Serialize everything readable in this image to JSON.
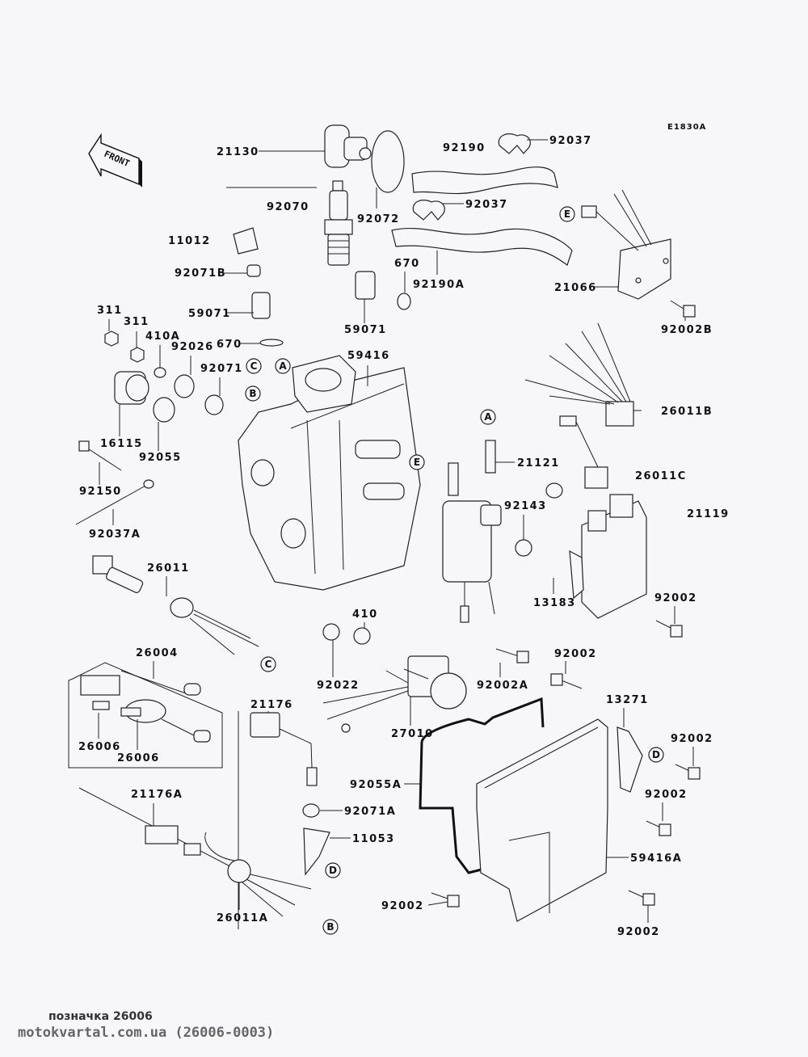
{
  "diagram": {
    "drawing_code": "E1830A",
    "front_indicator": "FRONT",
    "parts": [
      {
        "id": "21130",
        "label": "21130"
      },
      {
        "id": "92070",
        "label": "92070"
      },
      {
        "id": "11012",
        "label": "11012"
      },
      {
        "id": "92072",
        "label": "92072"
      },
      {
        "id": "92071B",
        "label": "92071B"
      },
      {
        "id": "59071-left",
        "label": "59071"
      },
      {
        "id": "59071-right",
        "label": "59071"
      },
      {
        "id": "670-left",
        "label": "670"
      },
      {
        "id": "670-right",
        "label": "670"
      },
      {
        "id": "92190",
        "label": "92190"
      },
      {
        "id": "92037-top",
        "label": "92037"
      },
      {
        "id": "92037-mid",
        "label": "92037"
      },
      {
        "id": "92190A",
        "label": "92190A"
      },
      {
        "id": "21066",
        "label": "21066"
      },
      {
        "id": "92002B",
        "label": "92002B"
      },
      {
        "id": "311-a",
        "label": "311"
      },
      {
        "id": "311-b",
        "label": "311"
      },
      {
        "id": "410A",
        "label": "410A"
      },
      {
        "id": "92026",
        "label": "92026"
      },
      {
        "id": "92071",
        "label": "92071"
      },
      {
        "id": "59416",
        "label": "59416"
      },
      {
        "id": "16115",
        "label": "16115"
      },
      {
        "id": "92055",
        "label": "92055"
      },
      {
        "id": "92150",
        "label": "92150"
      },
      {
        "id": "92037A",
        "label": "92037A"
      },
      {
        "id": "26011B",
        "label": "26011B"
      },
      {
        "id": "21121",
        "label": "21121"
      },
      {
        "id": "26011C",
        "label": "26011C"
      },
      {
        "id": "92143",
        "label": "92143"
      },
      {
        "id": "21119",
        "label": "21119"
      },
      {
        "id": "92002-ecu",
        "label": "92002"
      },
      {
        "id": "13183",
        "label": "13183"
      },
      {
        "id": "26011",
        "label": "26011"
      },
      {
        "id": "410",
        "label": "410"
      },
      {
        "id": "92022",
        "label": "92022"
      },
      {
        "id": "92002A",
        "label": "92002A"
      },
      {
        "id": "92002-mid",
        "label": "92002"
      },
      {
        "id": "26004",
        "label": "26004"
      },
      {
        "id": "13271",
        "label": "13271"
      },
      {
        "id": "21176",
        "label": "21176"
      },
      {
        "id": "27010",
        "label": "27010"
      },
      {
        "id": "92002-right-1",
        "label": "92002"
      },
      {
        "id": "26006-a",
        "label": "26006"
      },
      {
        "id": "26006-b",
        "label": "26006"
      },
      {
        "id": "92055A",
        "label": "92055A"
      },
      {
        "id": "92002-right-2",
        "label": "92002"
      },
      {
        "id": "21176A",
        "label": "21176A"
      },
      {
        "id": "92071A",
        "label": "92071A"
      },
      {
        "id": "11053",
        "label": "11053"
      },
      {
        "id": "59416A",
        "label": "59416A"
      },
      {
        "id": "92002-bottom-left",
        "label": "92002"
      },
      {
        "id": "26011A",
        "label": "26011A"
      },
      {
        "id": "92002-bottom-right",
        "label": "92002"
      }
    ],
    "reference_markers": [
      "A",
      "B",
      "C",
      "D",
      "E"
    ]
  },
  "footer": {
    "caption": "позначка 26006",
    "source": "motokvartal.com.ua (26006-0003)"
  }
}
